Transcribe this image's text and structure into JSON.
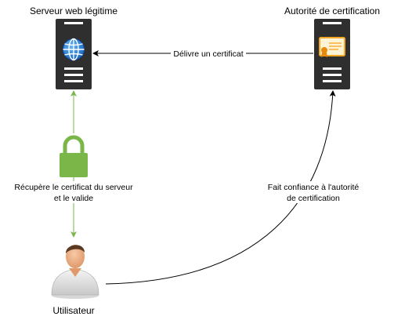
{
  "nodes": {
    "web_server": {
      "label": "Serveur web légitime",
      "icon": "globe-icon"
    },
    "certificate_authority": {
      "label": "Autorité de certification",
      "icon": "certificate-icon"
    },
    "lock": {
      "icon": "padlock-icon"
    },
    "user": {
      "label": "Utilisateur",
      "icon": "user-icon"
    }
  },
  "edges": {
    "ca_to_server": {
      "label": "Délivre un certificat"
    },
    "user_to_server": {
      "line1": "Récupère le certificat du serveur",
      "line2": "et le valide"
    },
    "user_to_ca": {
      "line1": "Fait confiance à l'autorité",
      "line2": "de certification"
    }
  },
  "colors": {
    "server_body": "#2f2f2f",
    "server_stripe": "#ffffff",
    "globe_blue": "#1e88e5",
    "lock_green": "#7ab648",
    "certificate_orange": "#f5a623",
    "arrow_black": "#000000",
    "arrow_green": "#7ab648",
    "user_skin": "#f2b38a",
    "user_shirt": "#e6e6e6"
  }
}
